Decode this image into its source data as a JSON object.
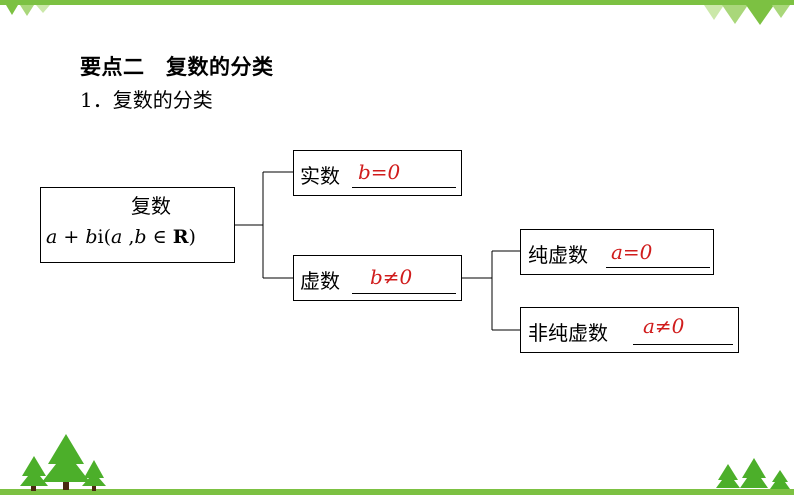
{
  "header": {
    "title": "要点二　复数的分类",
    "subtitle": "1．复数的分类"
  },
  "root": {
    "label": "复数",
    "formula": {
      "a": "a",
      "plus": " + ",
      "b": "b",
      "i": "i(",
      "a2": "a",
      "comma": " ,",
      "b2": "b",
      "in": " ∈ ",
      "R": "R",
      "close": ")"
    }
  },
  "real": {
    "label": "实数",
    "answer": "b=0"
  },
  "imaginary": {
    "label": "虚数",
    "answer": "b≠0"
  },
  "pure": {
    "label": "纯虚数",
    "answer": "a=0"
  },
  "nonpure": {
    "label": "非纯虚数",
    "answer": "a≠0"
  },
  "colors": {
    "accent_green": "#7cc142",
    "answer_red": "#d01c1c",
    "tree_green": "#4caf2a"
  }
}
